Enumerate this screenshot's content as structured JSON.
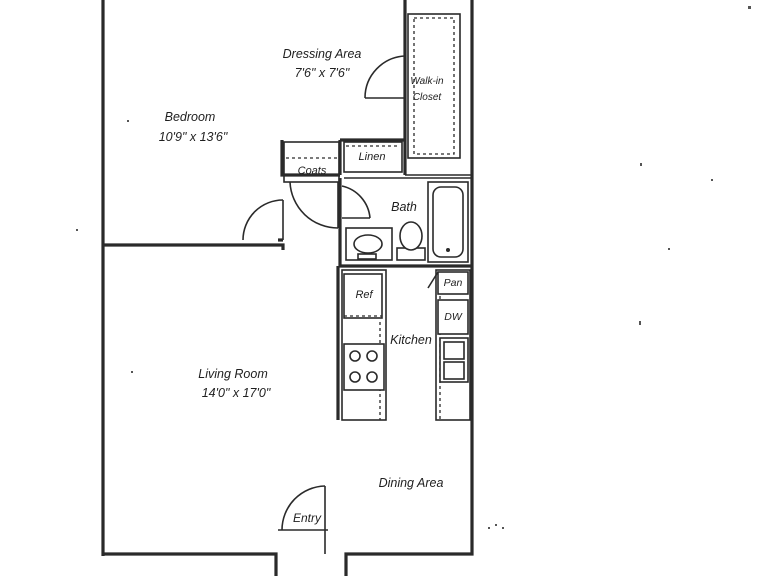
{
  "rooms": {
    "dressing_area": {
      "name": "Dressing Area",
      "dims": "7'6\" x 7'6\""
    },
    "walk_in_closet": {
      "line1": "Walk-in",
      "line2": "Closet"
    },
    "bedroom": {
      "name": "Bedroom",
      "dims": "10'9\" x 13'6\""
    },
    "linen": {
      "name": "Linen"
    },
    "coats": {
      "name": "Coats"
    },
    "bath": {
      "name": "Bath"
    },
    "ref": {
      "name": "Ref"
    },
    "pan": {
      "name": "Pan"
    },
    "dw": {
      "name": "DW"
    },
    "kitchen": {
      "name": "Kitchen"
    },
    "living_room": {
      "name": "Living Room",
      "dims": "14'0\" x 17'0\""
    },
    "dining_area": {
      "name": "Dining Area"
    },
    "entry": {
      "name": "Entry"
    }
  },
  "colors": {
    "line": "#2a2a2a",
    "text": "#1f1f1f",
    "background": "#ffffff"
  }
}
